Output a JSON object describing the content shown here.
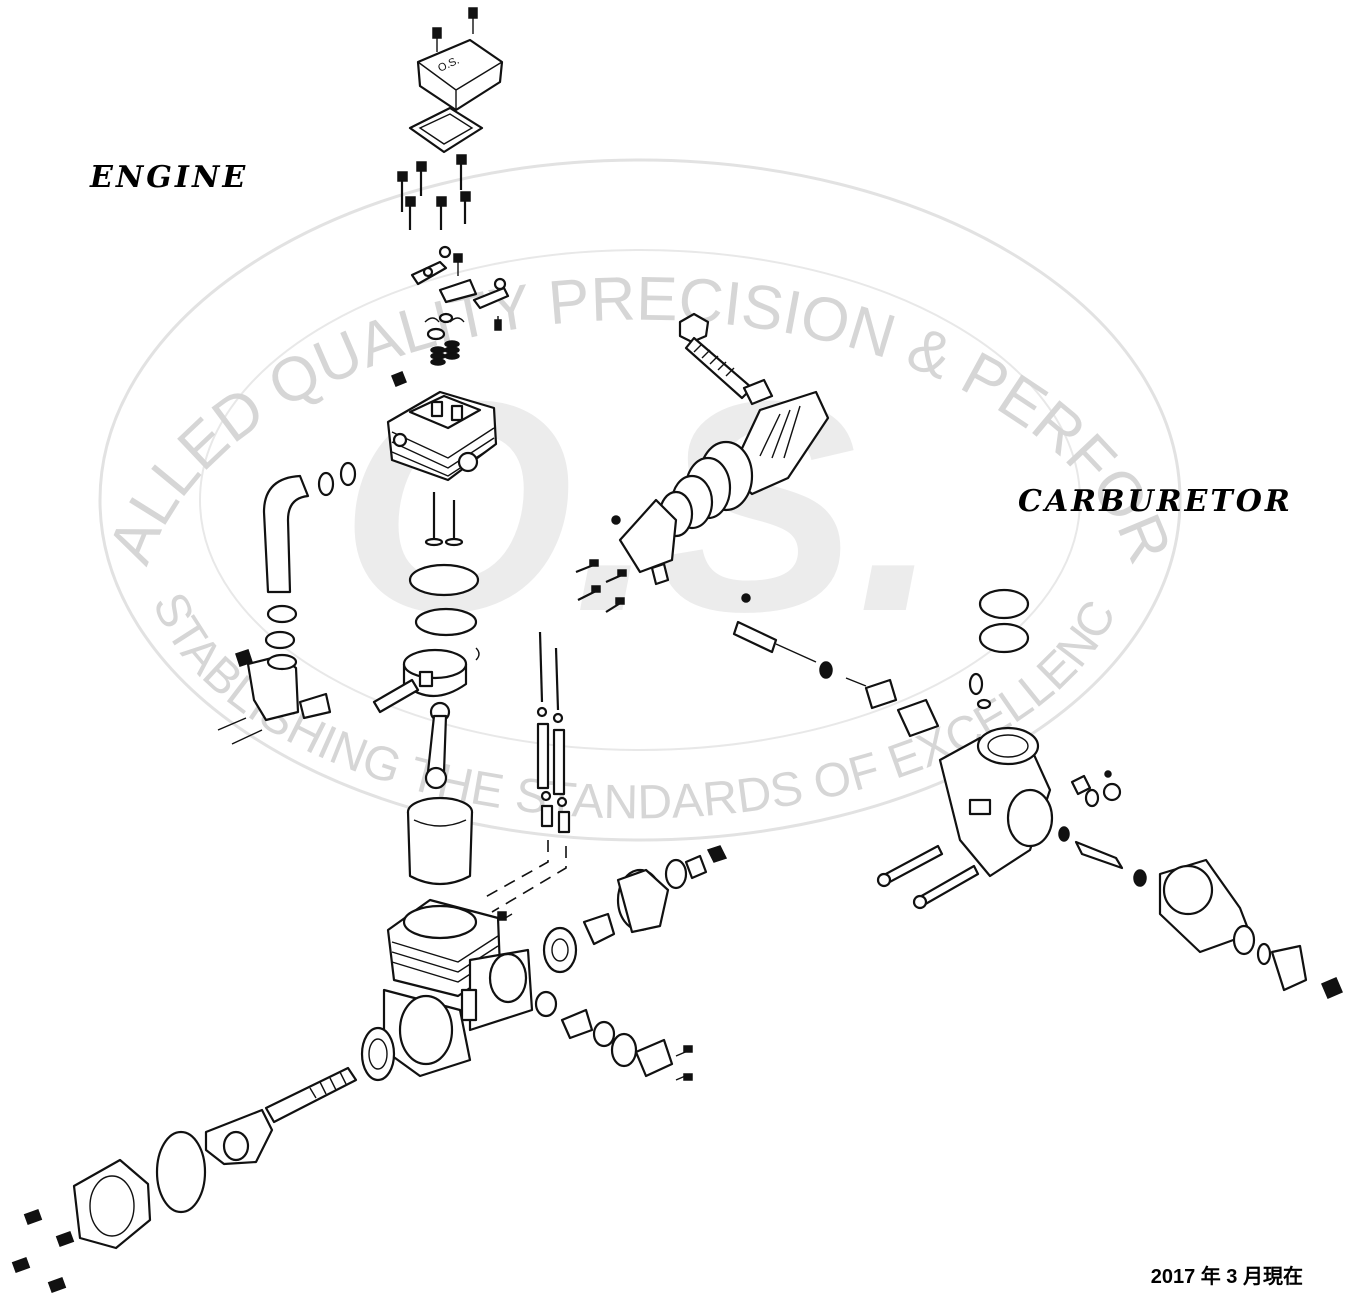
{
  "labels": {
    "engine": "ENGINE",
    "carburetor": "CARBURETOR",
    "date_note": "2017 年 3 月現在"
  },
  "watermark": {
    "top_arc_text": "UNEQUALLED QUALITY PRECISION & PERFORMANCE",
    "bottom_arc_text": "ESTABLISHING THE STANDARDS OF EXCELLENCE",
    "logo_text": "O.S.",
    "color": "#d6d6d6"
  },
  "colors": {
    "line": "#111111",
    "background": "#ffffff"
  }
}
